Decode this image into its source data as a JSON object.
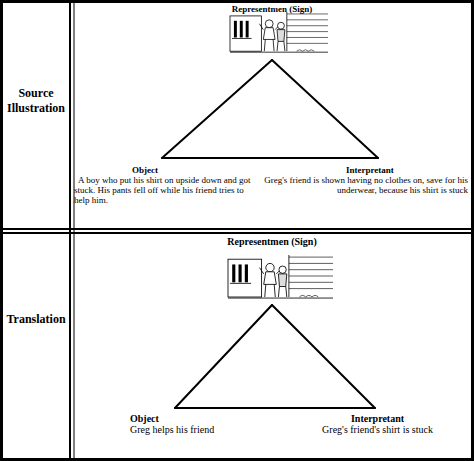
{
  "diagram": {
    "nodes": [
      {
        "text": [
          "Source Illustration"
        ]
      },
      {
        "text": [
          "Representmen (Sign)"
        ],
        "in": 0
      },
      {
        "text": [
          "Object",
          "A boy who put his shirt on upside down and got stuck. His pants fell off while his friend tries to help him."
        ],
        "in": 0
      },
      {
        "text": [
          "Interpretant",
          "Greg's friend is shown having no clothes on, save for his underwear, because his shirt is stuck"
        ],
        "in": 0
      },
      {
        "text": [
          "Translation"
        ]
      },
      {
        "text": [
          "Representmen (Sign)"
        ],
        "in": 4
      },
      {
        "text": [
          "Object",
          "Greg helps his friend"
        ],
        "in": 4
      },
      {
        "text": [
          "Interpretant",
          "Greg's friend's shirt is stuck"
        ],
        "in": 4
      }
    ],
    "edges": [
      {
        "from": 1,
        "to": 2,
        "arrow": "none"
      },
      {
        "from": 1,
        "to": 3,
        "arrow": "none"
      },
      {
        "from": 2,
        "to": 3,
        "arrow": "none"
      },
      {
        "from": 5,
        "to": 6,
        "arrow": "none"
      },
      {
        "from": 5,
        "to": 7,
        "arrow": "none"
      },
      {
        "from": 6,
        "to": 7,
        "arrow": "none"
      }
    ]
  }
}
